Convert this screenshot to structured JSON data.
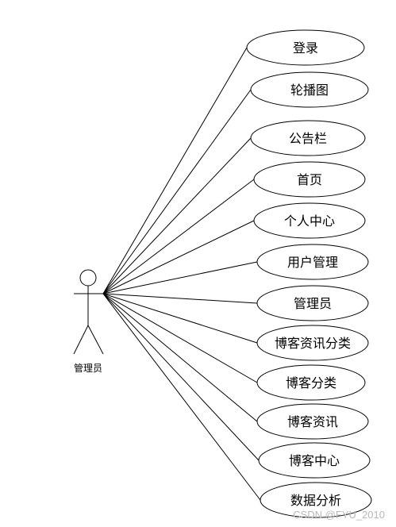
{
  "actor": {
    "name": "管理员"
  },
  "use_cases": [
    {
      "label": "登录"
    },
    {
      "label": "轮播图"
    },
    {
      "label": "公告栏"
    },
    {
      "label": "首页"
    },
    {
      "label": "个人中心"
    },
    {
      "label": "用户管理"
    },
    {
      "label": "管理员"
    },
    {
      "label": "博客资讯分类"
    },
    {
      "label": "博客分类"
    },
    {
      "label": "博客资讯"
    },
    {
      "label": "博客中心"
    },
    {
      "label": "数据分析"
    }
  ],
  "watermark": "CSDN @FYU_2010"
}
